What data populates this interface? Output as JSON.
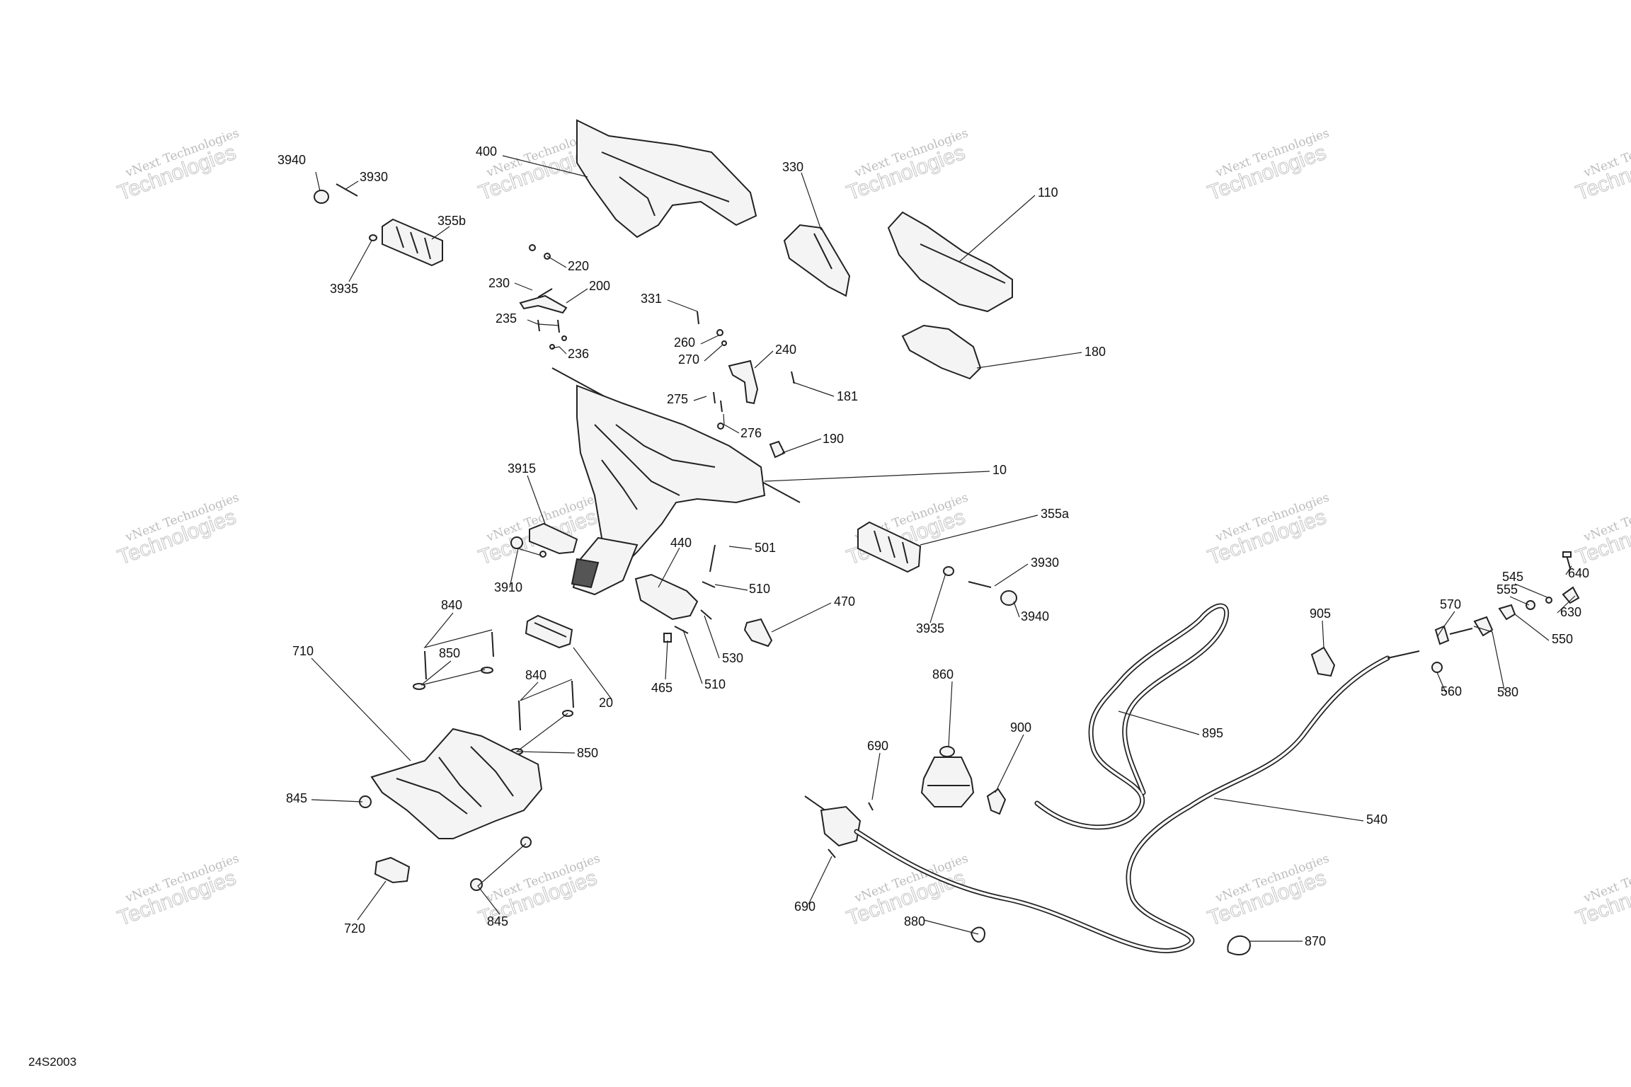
{
  "document_id": "24S2003",
  "watermark": {
    "line1": "vNext Technologies",
    "line2": "Technologies"
  },
  "callouts": [
    "3940",
    "3930",
    "355b",
    "3935",
    "400",
    "220",
    "230",
    "200",
    "235",
    "236",
    "331",
    "260",
    "270",
    "240",
    "275",
    "276",
    "181",
    "190",
    "330",
    "110",
    "180",
    "10",
    "3915",
    "3910",
    "440",
    "501",
    "510",
    "530",
    "465",
    "510",
    "470",
    "355a",
    "3930",
    "3935",
    "3940",
    "840",
    "850",
    "710",
    "20",
    "840",
    "850",
    "845",
    "720",
    "845",
    "860",
    "690",
    "900",
    "690",
    "880",
    "895",
    "540",
    "870",
    "905",
    "555",
    "545",
    "640",
    "570",
    "630",
    "550",
    "560",
    "580"
  ]
}
